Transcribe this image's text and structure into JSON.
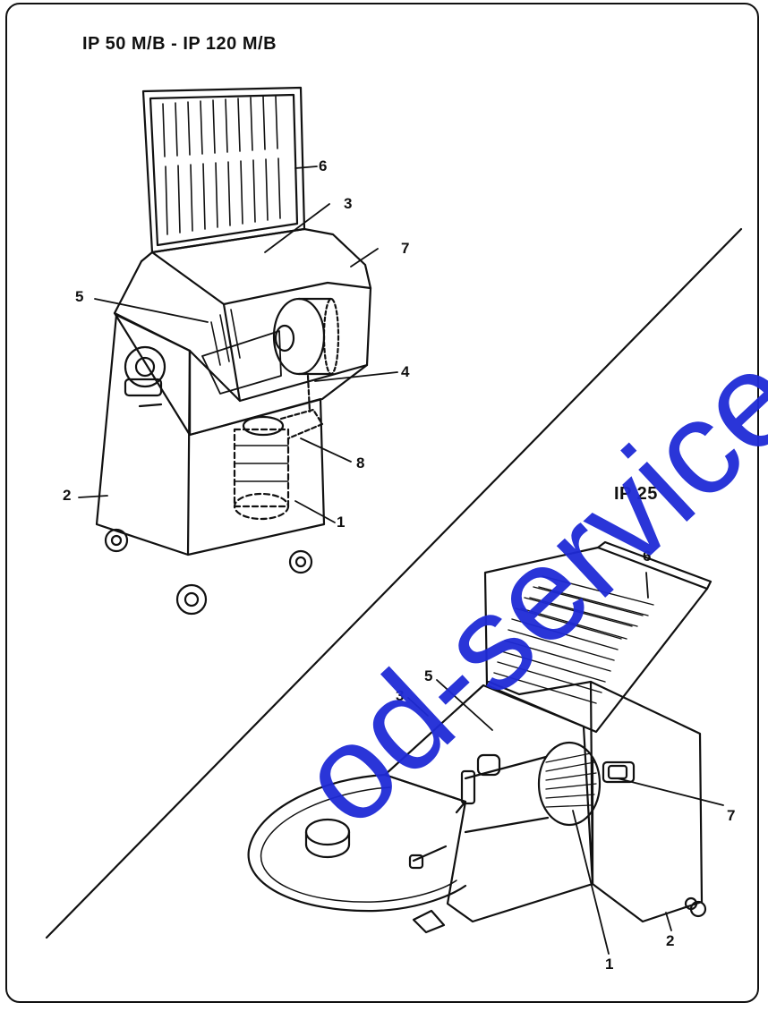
{
  "diagram": {
    "title_top": "IP 50 M/B - IP 120 M/B",
    "title_bottom": "IP 25",
    "machine_top_callouts": [
      "6",
      "3",
      "7",
      "5",
      "4",
      "8",
      "2",
      "1"
    ],
    "machine_bottom_callouts": [
      "6",
      "5",
      "3",
      "7",
      "1",
      "2"
    ],
    "watermark": "od-service.co"
  },
  "colors": {
    "line": "#111111",
    "background": "#ffffff",
    "watermark": "#1f2bd6"
  }
}
